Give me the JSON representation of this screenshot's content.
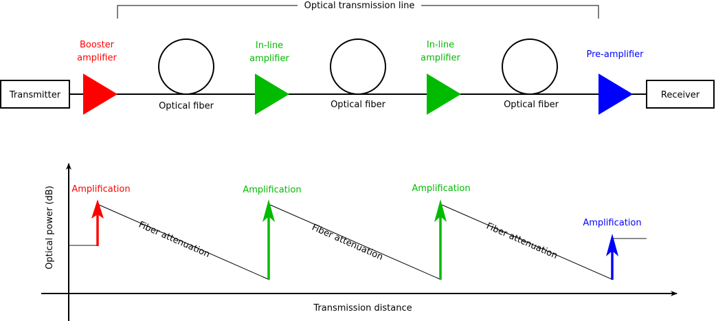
{
  "colors": {
    "booster": "#ff0000",
    "inline": "#00bb00",
    "preamp": "#0000ff",
    "line": "#000000",
    "level": "#666666"
  },
  "top": {
    "bracket_label": "Optical transmission line",
    "transmitter": "Transmitter",
    "receiver": "Receiver",
    "amplifiers": [
      {
        "type": "booster",
        "lines": [
          "Booster",
          "amplifier"
        ]
      },
      {
        "type": "inline",
        "lines": [
          "In-line",
          "amplifier"
        ]
      },
      {
        "type": "inline",
        "lines": [
          "In-line",
          "amplifier"
        ]
      },
      {
        "type": "preamp",
        "lines": [
          "Pre-amplifier"
        ]
      }
    ],
    "fibers": [
      "Optical fiber",
      "Optical fiber",
      "Optical fiber"
    ]
  },
  "bottom": {
    "y_axis_label": "Optical power (dB)",
    "x_axis_label": "Transmission distance",
    "amplification_labels": [
      "Amplification",
      "Amplification",
      "Amplification",
      "Amplification"
    ],
    "attenuation_labels": [
      "Fiber attenuation",
      "Fiber attenuation",
      "Fiber attenuation"
    ]
  }
}
